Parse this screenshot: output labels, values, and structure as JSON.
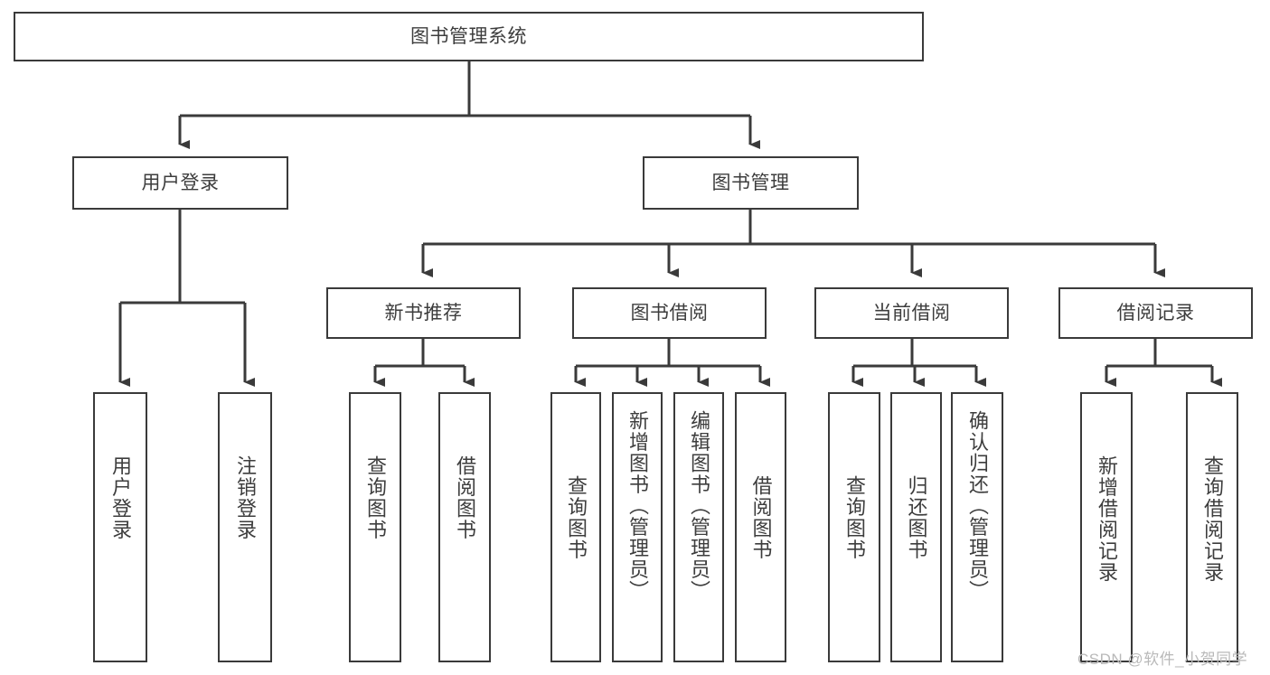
{
  "diagram": {
    "title": "图书管理系统",
    "watermark": "CSDN @软件_小贺同学",
    "colors": {
      "stroke": "#3a3a3a",
      "text": "#3d3d3d",
      "background": "#ffffff",
      "watermark": "#b9b9b9"
    },
    "nodes": {
      "root": {
        "label": "图书管理系统"
      },
      "level1": [
        {
          "label": "用户登录"
        },
        {
          "label": "图书管理"
        }
      ],
      "level2": [
        {
          "label": "新书推荐"
        },
        {
          "label": "图书借阅"
        },
        {
          "label": "当前借阅"
        },
        {
          "label": "借阅记录"
        }
      ],
      "leaves_user_login": [
        {
          "label": "用户登录"
        },
        {
          "label": "注销登录"
        }
      ],
      "leaves_new_book": [
        {
          "label": "查询图书"
        },
        {
          "label": "借阅图书"
        }
      ],
      "leaves_borrow": [
        {
          "label": "查询图书"
        },
        {
          "label": "新增图书（管理员）"
        },
        {
          "label": "编辑图书（管理员）"
        },
        {
          "label": "借阅图书"
        }
      ],
      "leaves_current": [
        {
          "label": "查询图书"
        },
        {
          "label": "归还图书"
        },
        {
          "label": "确认归还（管理员）"
        }
      ],
      "leaves_records": [
        {
          "label": "新增借阅记录"
        },
        {
          "label": "查询借阅记录"
        }
      ]
    }
  }
}
